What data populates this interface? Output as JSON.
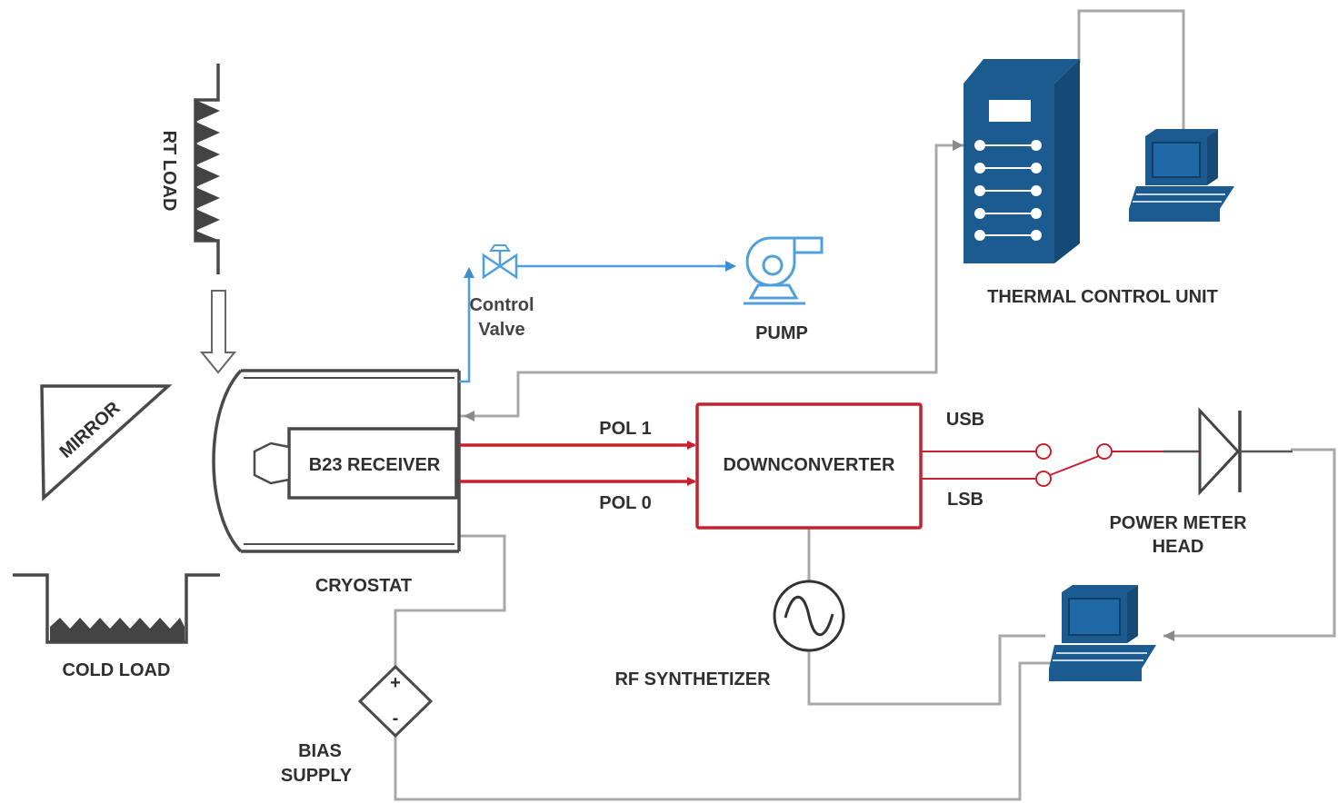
{
  "labels": {
    "rt_load": "RT LOAD",
    "mirror": "MIRROR",
    "cold_load": "COLD LOAD",
    "cryostat": "CRYOSTAT",
    "receiver": "B23 RECEIVER",
    "control_valve_1": "Control",
    "control_valve_2": "Valve",
    "pump": "PUMP",
    "thermal_control_unit": "THERMAL CONTROL UNIT",
    "pol1": "POL 1",
    "pol0": "POL 0",
    "downconverter": "DOWNCONVERTER",
    "usb": "USB",
    "lsb": "LSB",
    "power_meter_1": "POWER METER",
    "power_meter_2": "HEAD",
    "rf_synthetizer": "RF SYNTHETIZER",
    "bias_1": "BIAS",
    "bias_2": "SUPPLY",
    "bias_plus": "+",
    "bias_minus": "-"
  },
  "colors": {
    "signal_red": "#c8202f",
    "coolant_blue": "#4f9fdc",
    "device_navy": "#1b5b8f",
    "wire_gray": "#a8a8a8",
    "outline_dark": "#4a4a4a"
  }
}
